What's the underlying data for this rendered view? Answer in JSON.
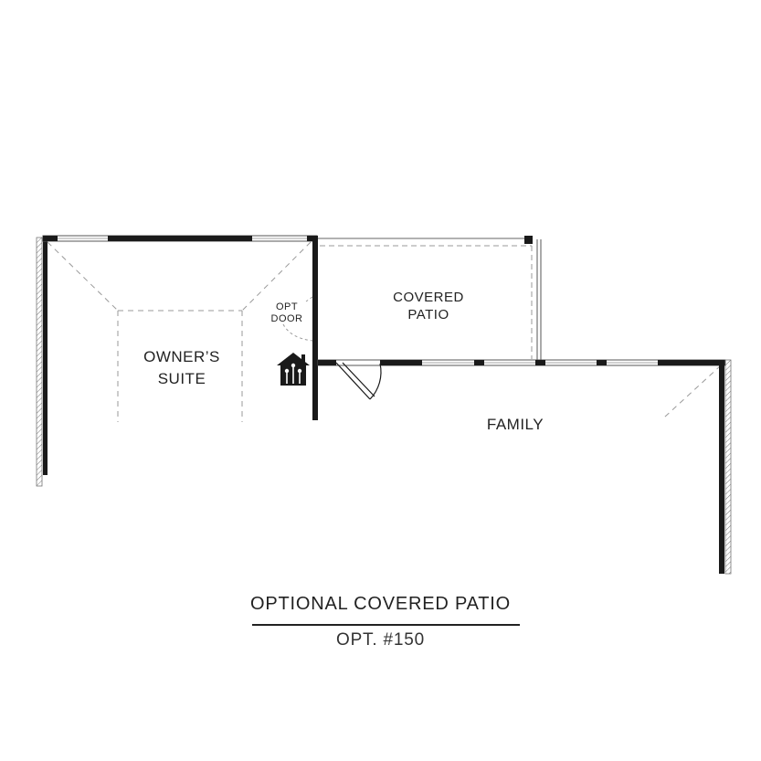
{
  "plan": {
    "rooms": {
      "owners_suite": [
        "OWNER’S",
        "SUITE"
      ],
      "covered_patio": [
        "COVERED",
        "PATIO"
      ],
      "family": "FAMILY"
    },
    "opt_door": [
      "OPT",
      "DOOR"
    ],
    "home_icon": "smart-home-icon"
  },
  "caption": {
    "title": "OPTIONAL COVERED PATIO",
    "subtitle": "OPT. #150"
  },
  "colors": {
    "wall": "#1a1a1a",
    "dashed": "#9a9a9a",
    "window": "#555555",
    "text": "#222222"
  }
}
